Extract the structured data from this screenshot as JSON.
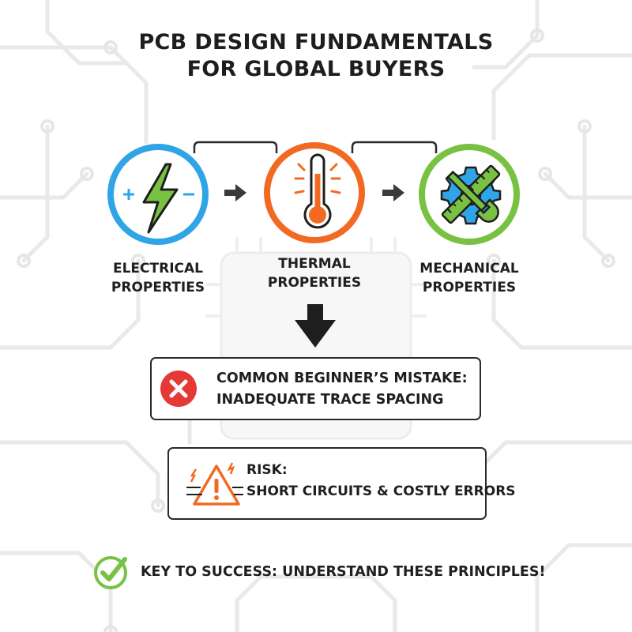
{
  "title": {
    "line1": "PCB DESIGN FUNDAMENTALS",
    "line2": "FOR GLOBAL BUYERS"
  },
  "properties": [
    {
      "line1": "ELECTRICAL",
      "line2": "PROPERTIES",
      "icon": "lightning-bolt-icon",
      "color": "#2fa4e7"
    },
    {
      "line1": "THERMAL",
      "line2": "PROPERTIES",
      "icon": "thermometer-icon",
      "color": "#f26a21"
    },
    {
      "line1": "MECHANICAL",
      "line2": "PROPERTIES",
      "icon": "gear-wrench-ruler-icon",
      "color": "#79c142"
    }
  ],
  "mistake": {
    "line1": "COMMON BEGINNER’S MISTAKE:",
    "line2": "INADEQUATE TRACE SPACING",
    "icon": "error-x-icon",
    "color": "#e53935"
  },
  "risk": {
    "line1": "RISK:",
    "line2": "SHORT CIRCUITS & COSTLY ERRORS",
    "icon": "warning-triangle-icon",
    "color": "#f26a21"
  },
  "key": {
    "text": "KEY TO SUCCESS: UNDERSTAND THESE PRINCIPLES!",
    "icon": "checkmark-icon",
    "color": "#79c142"
  }
}
